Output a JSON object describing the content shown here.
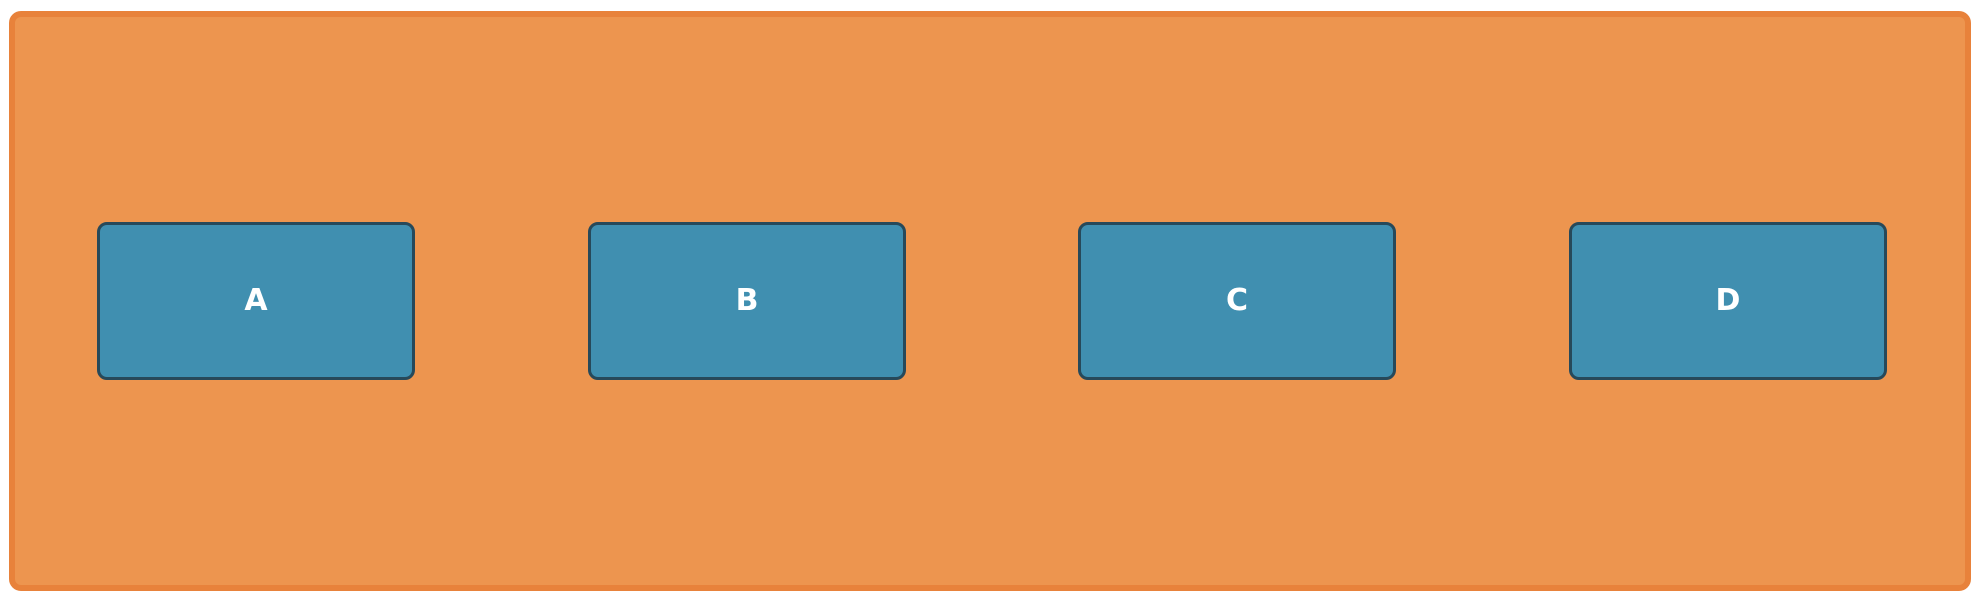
{
  "colors": {
    "background": "#ed954f",
    "border": "#e8823b",
    "box_fill": "#408fb0",
    "box_border": "#27495a",
    "label": "#ffffff"
  },
  "boxes": [
    {
      "label": "A"
    },
    {
      "label": "B"
    },
    {
      "label": "C"
    },
    {
      "label": "D"
    }
  ]
}
